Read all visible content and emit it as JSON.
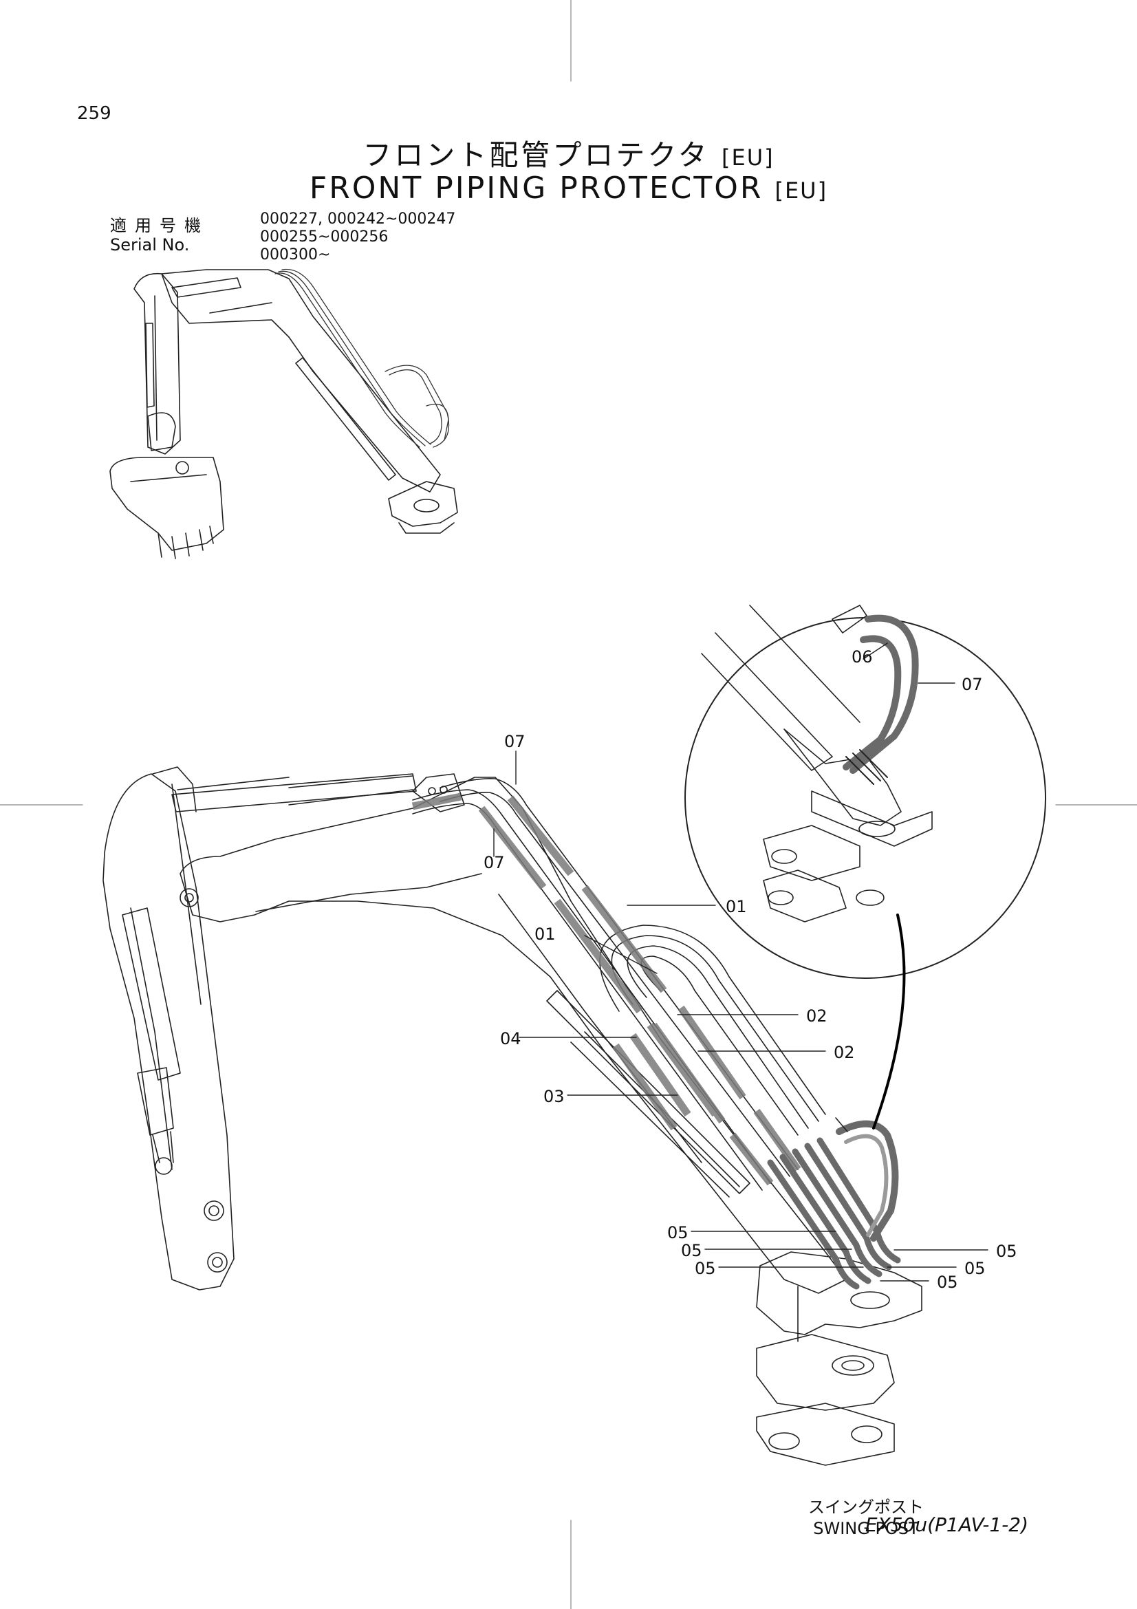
{
  "page": {
    "number": "259",
    "model_code": "EX50u(P1AV-1-2)"
  },
  "title": {
    "japanese": "フロント配管プロテクタ",
    "english": "FRONT  PIPING  PROTECTOR",
    "region_tag": "[EU]"
  },
  "serial": {
    "label_jp": "適用号機",
    "label_en": "Serial  No.",
    "ranges": [
      "000227, 000242~000247",
      "000255~000256",
      "000300~"
    ]
  },
  "callouts": {
    "c01a": "01",
    "c01b": "01",
    "c02a": "02",
    "c02b": "02",
    "c03": "03",
    "c04": "04",
    "c05a": "05",
    "c05b": "05",
    "c05c": "05",
    "c05d": "05",
    "c05e": "05",
    "c05f": "05",
    "c06": "06",
    "c07a": "07",
    "c07b": "07",
    "c07c": "07"
  },
  "swing_post": {
    "japanese": "スイングポスト",
    "english": "SWING  POST"
  }
}
